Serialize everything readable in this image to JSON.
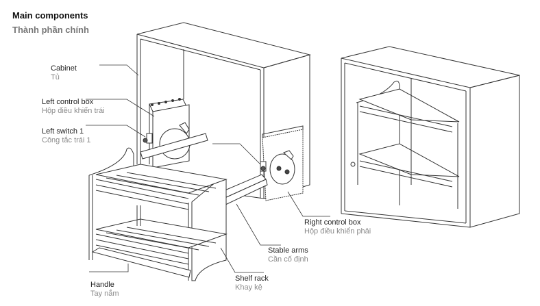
{
  "header": {
    "title": "Main components",
    "subtitle": "Thành phần chính"
  },
  "labels": {
    "cabinet": {
      "en": "Cabinet",
      "vi": "Tủ"
    },
    "left_control_box": {
      "en": "Left control box",
      "vi": "Hộp điều khiển trái"
    },
    "left_switch": {
      "en": "Left switch 1",
      "vi": "Công tắc trái 1"
    },
    "right_control_box": {
      "en": "Right control box",
      "vi": "Hộp điều khiển phải"
    },
    "stable_arms": {
      "en": "Stable arms",
      "vi": "Cần cố định"
    },
    "shelf_rack": {
      "en": "Shelf rack",
      "vi": "Khay kệ"
    },
    "handle": {
      "en": "Handle",
      "vi": "Tay nắm"
    }
  },
  "colors": {
    "line": "#333333",
    "text_en": "#222222",
    "text_vi": "#8a8a8a"
  }
}
